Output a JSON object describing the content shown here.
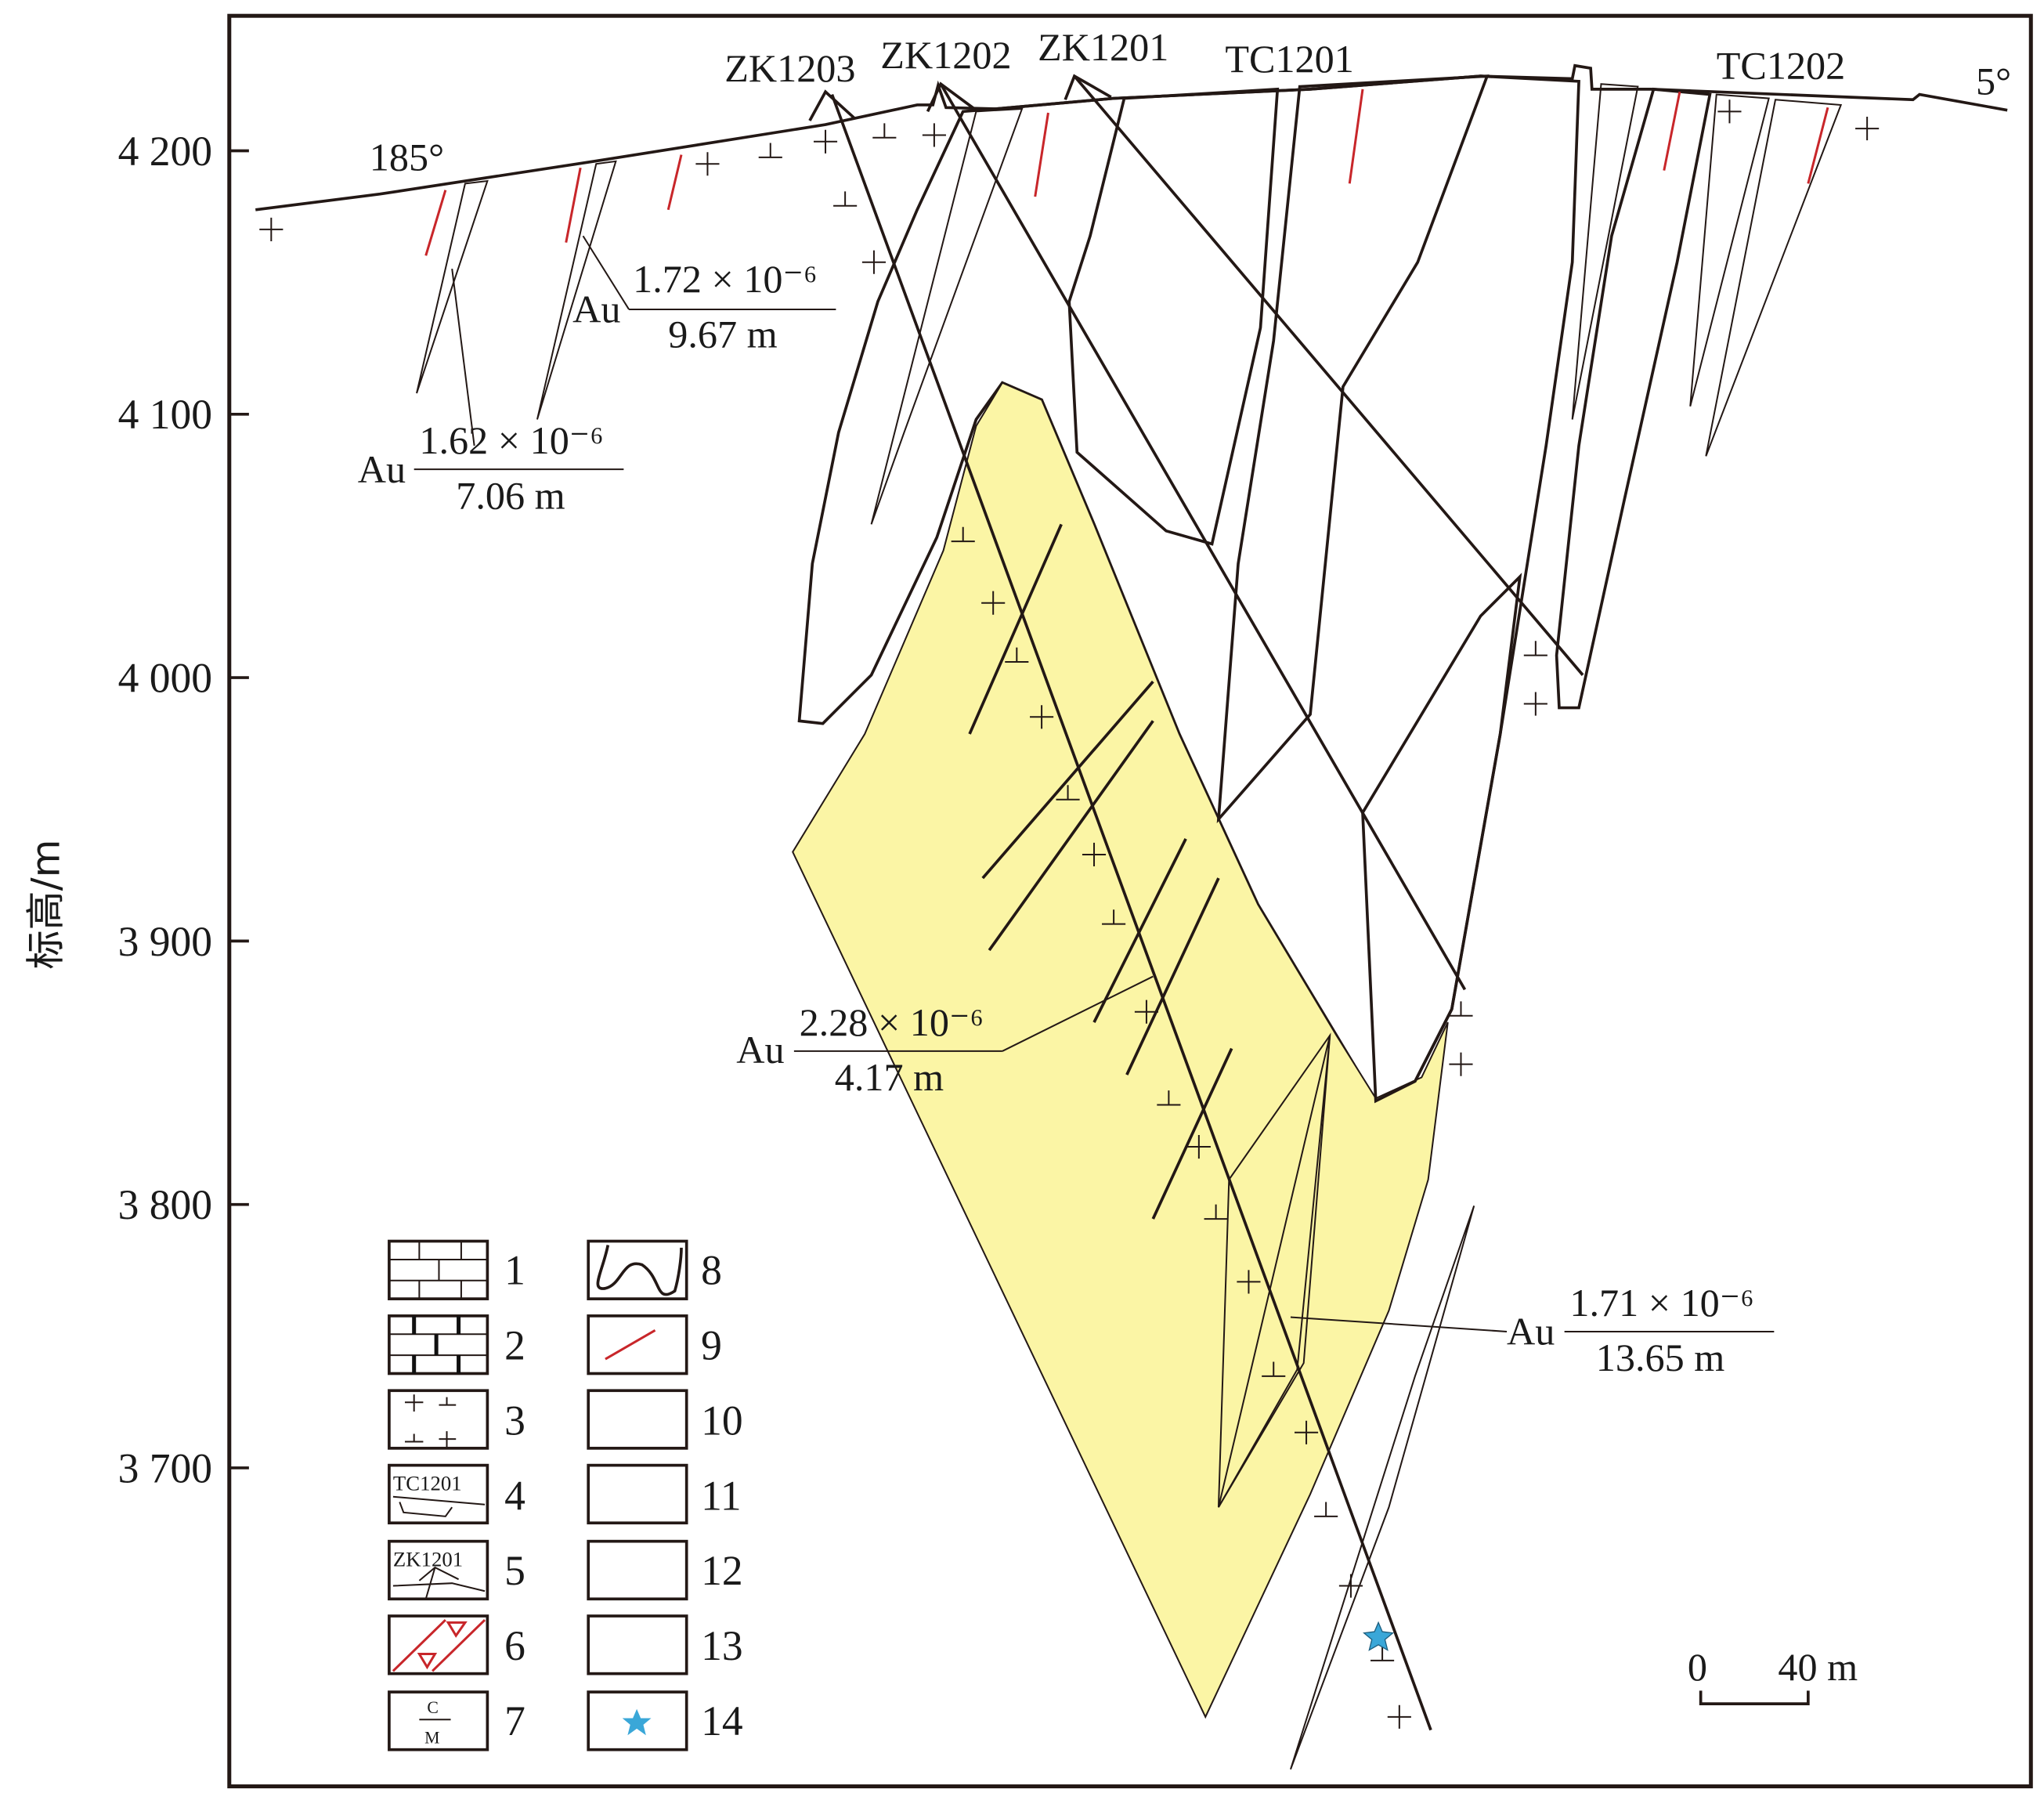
{
  "colors": {
    "wall_rock_orange": "#e5a36e",
    "vein_purple": "#853c60",
    "ore_gold": "#f0c22e",
    "ore_light": "#f9d98a",
    "alteration_yellow": "#fbf5a5",
    "star_blue": "#3aa7d8",
    "fault_red": "#c8262a"
  },
  "axis": {
    "title": "标高/m",
    "ticks": [
      "4 200",
      "4 100",
      "4 000",
      "3 900",
      "3 800",
      "3 700"
    ]
  },
  "section": {
    "left_azimuth": "185°",
    "right_azimuth": "5°",
    "drillholes": [
      "ZK1203",
      "ZK1202",
      "ZK1201"
    ],
    "trenches": [
      "TC1201",
      "TC1202"
    ]
  },
  "annotations": [
    {
      "element": "Au",
      "grade": "1.72 × 10⁻⁶",
      "thickness": "9.67 m"
    },
    {
      "element": "Au",
      "grade": "1.62 × 10⁻⁶",
      "thickness": "7.06 m"
    },
    {
      "element": "Au",
      "grade": "2.28 × 10⁻⁶",
      "thickness": "4.17 m"
    },
    {
      "element": "Au",
      "grade": "1.71 × 10⁻⁶",
      "thickness": "13.65 m"
    }
  ],
  "scale_bar": {
    "start": "0",
    "end": "40 m"
  },
  "legend": {
    "numbers": [
      "1",
      "2",
      "3",
      "4",
      "5",
      "6",
      "7",
      "8",
      "9",
      "10",
      "11",
      "12",
      "13",
      "14"
    ],
    "swatch_text": {
      "trench": "TC1201",
      "drill": "ZK1201",
      "num": "C",
      "den": "M"
    }
  }
}
